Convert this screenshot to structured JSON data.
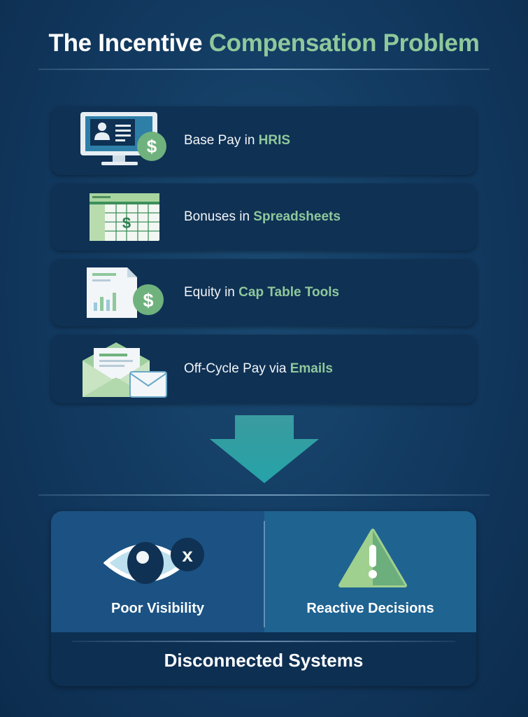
{
  "title": {
    "part1": "The Incentive ",
    "part2": "Compensation Problem"
  },
  "sources": [
    {
      "prefix": "Base Pay in ",
      "highlight": "HRIS",
      "icon": "monitor-dollar-icon"
    },
    {
      "prefix": "Bonuses in ",
      "highlight": "Spreadsheets",
      "icon": "spreadsheet-dollar-icon"
    },
    {
      "prefix": "Equity in ",
      "highlight": "Cap Table Tools",
      "icon": "document-chart-dollar-icon"
    },
    {
      "prefix": "Off-Cycle Pay via ",
      "highlight": "Emails",
      "icon": "envelope-icon"
    }
  ],
  "outcomes": [
    {
      "label": "Poor Visibility",
      "icon": "eye-x-icon"
    },
    {
      "label": "Reactive Decisions",
      "icon": "warning-triangle-icon"
    }
  ],
  "conclusion": "Disconnected Systems",
  "colors": {
    "accent": "#8fc89b",
    "background": "#11375d",
    "card": "#0f3154"
  }
}
